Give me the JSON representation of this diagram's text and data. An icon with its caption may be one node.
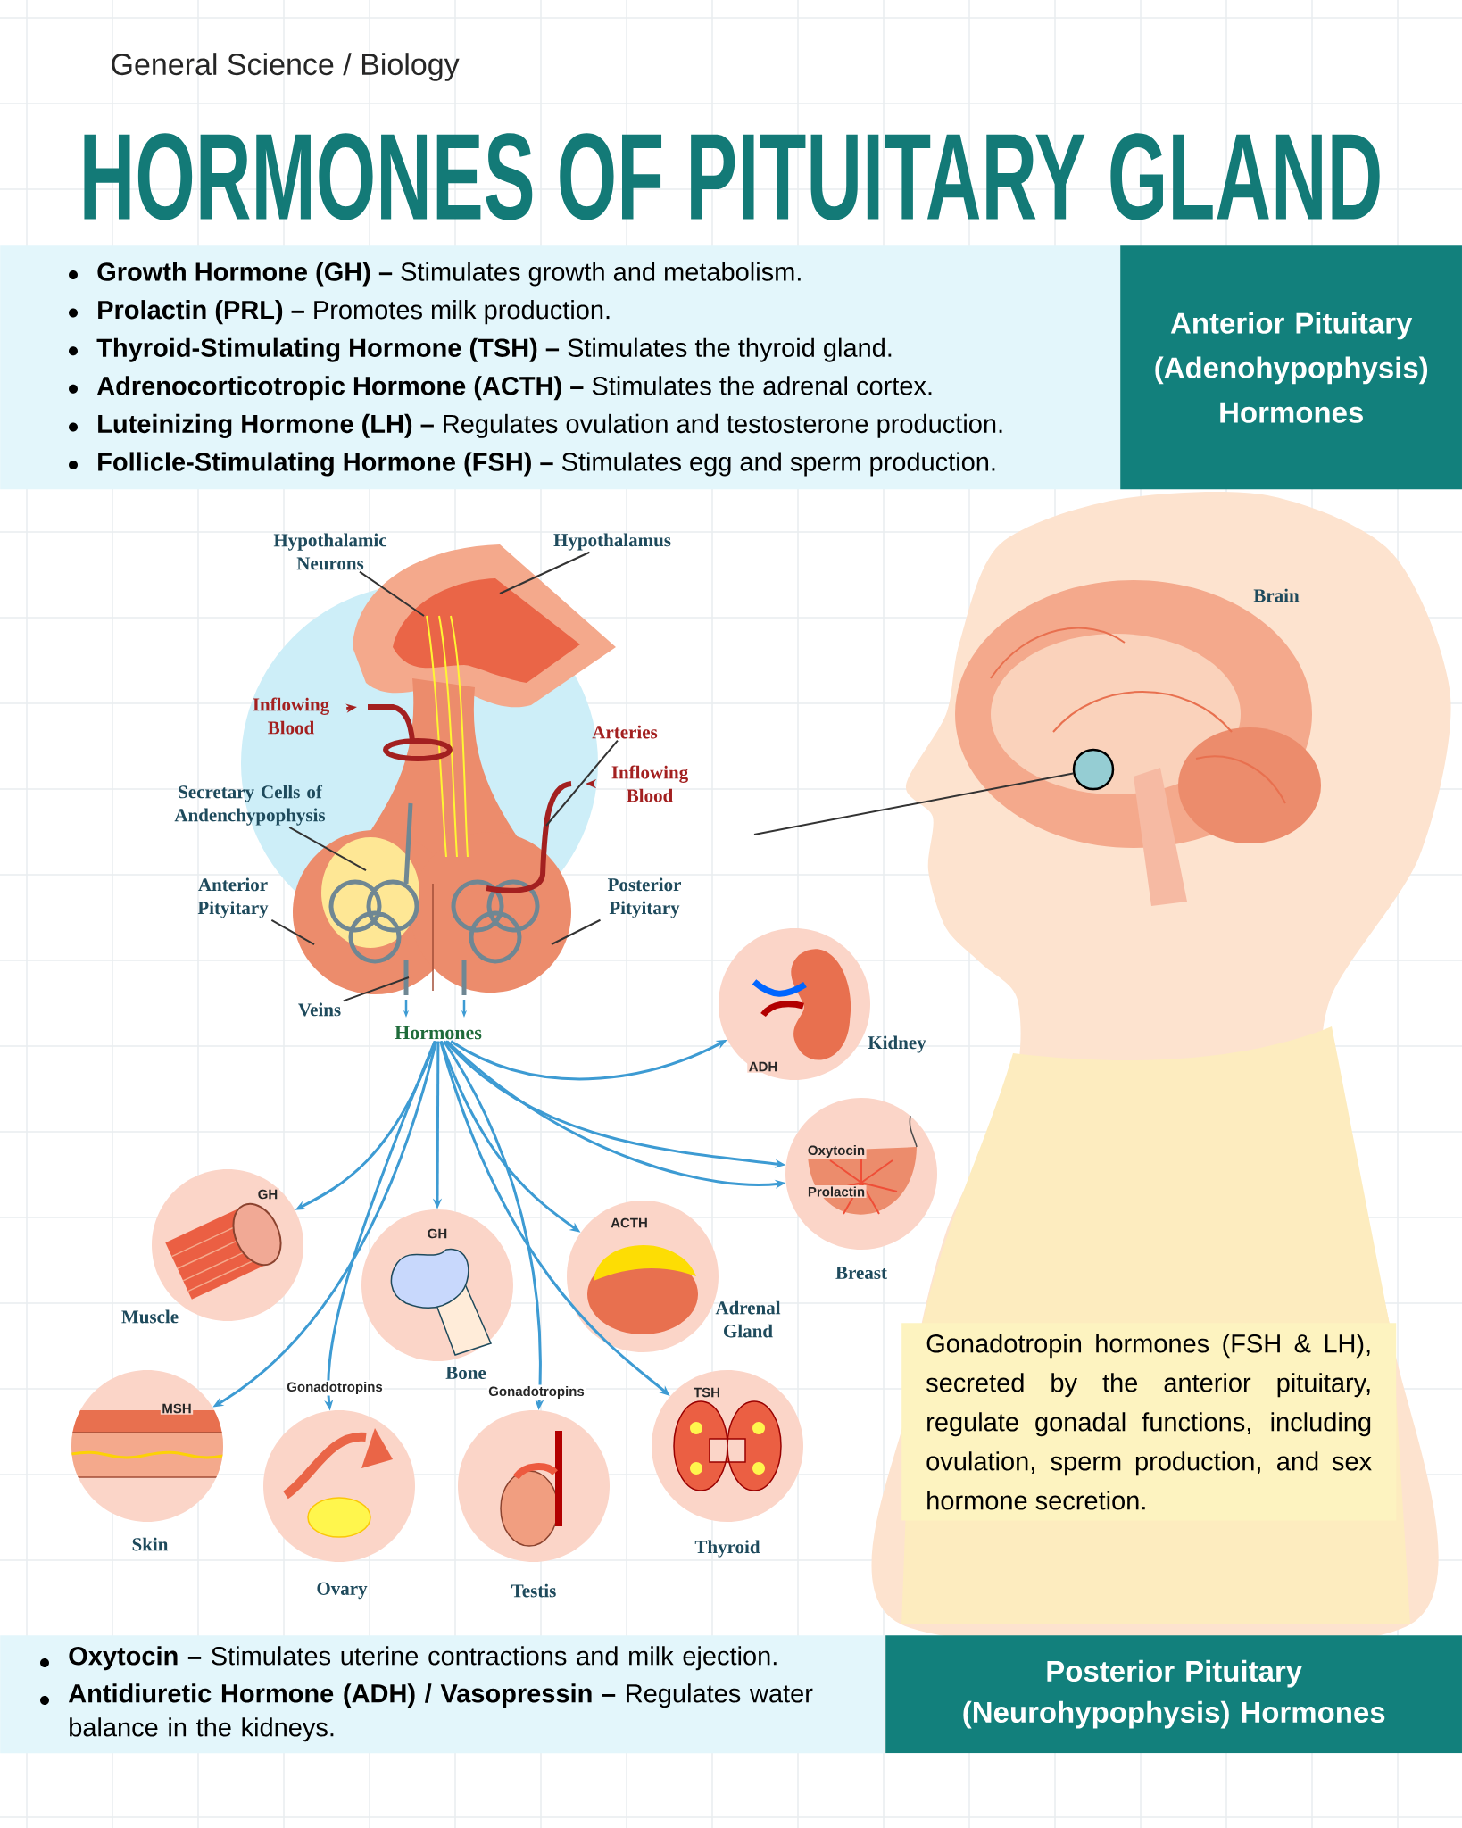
{
  "diagram": {
    "title": "HORMONES OF PITUITARY GLAND",
    "nodes": [
      {
        "text": [
          "**Growth Hormone (GH) –** Stimulates growth and metabolism.",
          "**Prolactin (PRL) –** Promotes milk production.",
          "**Thyroid-Stimulating Hormone (TSH) –** Stimulates the thyroid gland.",
          "**Adrenocorticotropic Hormone (ACTH) –** Stimulates the adrenal cortex.",
          "**Luteinizing Hormone (LH) –** Regulates ovulation and testosterone production.",
          "**Follicle-Stimulating Hormone (FSH) –** Stimulates egg and sperm production."
        ]
      },
      {
        "text": [
          "Anterior Pituitary (Adenohypophysis) Hormones"
        ]
      },
      {
        "text": [
          "Hypothalamic Neurons"
        ]
      },
      {
        "text": [
          "Hypothalamus"
        ]
      },
      {
        "text": [
          "Inflowing Blood"
        ]
      },
      {
        "text": [
          "Arteries"
        ]
      },
      {
        "text": [
          "Inflowing Blood"
        ]
      },
      {
        "text": [
          "Secretary Cells of Andenchypophysis"
        ]
      },
      {
        "text": [
          "Anterior Pityitary"
        ]
      },
      {
        "text": [
          "Posterior Pityitary"
        ]
      },
      {
        "text": [
          "Veins"
        ]
      },
      {
        "text": [
          "Hormones"
        ]
      },
      {
        "text": [
          "Kidney"
        ]
      },
      {
        "text": [
          "Breast"
        ]
      },
      {
        "text": [
          "Muscle"
        ]
      },
      {
        "text": [
          "Bone"
        ]
      },
      {
        "text": [
          "Adrenal Gland"
        ]
      },
      {
        "text": [
          "Skin"
        ]
      },
      {
        "text": [
          "Ovary"
        ]
      },
      {
        "text": [
          "Testis"
        ]
      },
      {
        "text": [
          "Thyroid"
        ]
      },
      {
        "text": [
          "Gonadotropin hormones (FSH & LH), secreted by the anterior pituitary, regulate gonadal functions, including ovulation, sperm production, and sex hormone secretion."
        ]
      },
      {
        "text": [
          "**Oxytocin –** Stimulates uterine contractions and milk ejection.",
          "**Antidiuretic Hormone (ADH) / Vasopressin –** Regulates water balance in the kidneys."
        ]
      },
      {
        "text": [
          "Posterior Pituitary (Neurohypophysis) Hormones"
        ]
      },
      {
        "text": [],
        "shape": "circle"
      }
    ],
    "edges": [
      {
        "from": 2,
        "to": null,
        "arrow": "none",
        "color": "#333333"
      },
      {
        "from": 3,
        "to": null,
        "arrow": "none",
        "color": "#333333"
      },
      {
        "from": 4,
        "to": null,
        "arrow": "to",
        "color": "#a32020"
      },
      {
        "from": 5,
        "to": null,
        "arrow": "none",
        "color": "#333333"
      },
      {
        "from": 6,
        "to": null,
        "arrow": "to",
        "color": "#a32020"
      },
      {
        "from": 7,
        "to": null,
        "arrow": "none",
        "color": "#333333"
      },
      {
        "from": 8,
        "to": null,
        "arrow": "none",
        "color": "#333333"
      },
      {
        "from": 9,
        "to": null,
        "arrow": "none",
        "color": "#333333"
      },
      {
        "from": 10,
        "to": null,
        "arrow": "none",
        "color": "#333333"
      },
      {
        "from": 11,
        "to": 12,
        "arrow": "to",
        "label": "ADH"
      },
      {
        "from": 11,
        "to": 13,
        "arrow": "to",
        "label": "Oxytocin"
      },
      {
        "from": 11,
        "to": 13,
        "arrow": "to",
        "label": "Prolactin"
      },
      {
        "from": 11,
        "to": 16,
        "arrow": "to",
        "label": "ACTH"
      },
      {
        "from": 11,
        "to": 14,
        "arrow": "to",
        "label": "GH"
      },
      {
        "from": 11,
        "to": 15,
        "arrow": "to",
        "label": "GH"
      },
      {
        "from": 11,
        "to": 17,
        "arrow": "to",
        "label": "MSH"
      },
      {
        "from": 11,
        "to": 18,
        "arrow": "to",
        "label": "Gonadotropins"
      },
      {
        "from": 11,
        "to": 19,
        "arrow": "to",
        "label": "Gonadotropins"
      },
      {
        "from": 11,
        "to": 20,
        "arrow": "to",
        "label": "TSH"
      },
      {
        "from": null,
        "to": 24,
        "arrow": "none",
        "color": "#333333"
      }
    ],
    "labels": [
      "General Science / Biology",
      "Brain"
    ]
  }
}
